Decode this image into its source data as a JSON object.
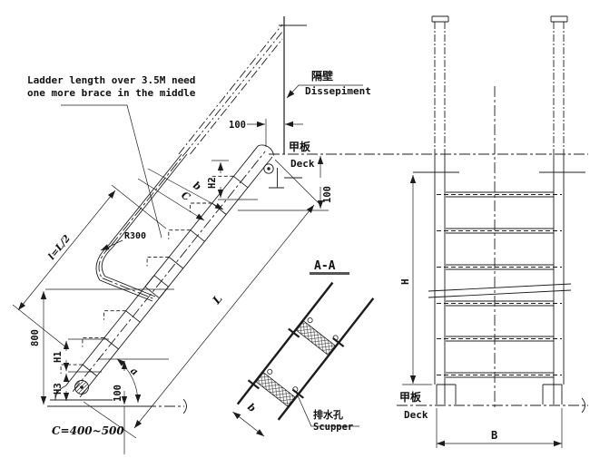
{
  "drawing": {
    "note_line1": "Ladder length over 3.5M need",
    "note_line2": "one more brace in the middle",
    "bulkhead_cn": "隔壁",
    "bulkhead_en": "Dissepiment",
    "deck_upper_cn": "甲板",
    "deck_upper_en": "Deck",
    "deck_lower_cn": "甲板",
    "deck_lower_en": "Deck",
    "section_title": "A-A",
    "scupper_cn": "排水孔",
    "scupper_en": "Scupper",
    "dims": {
      "top_offset": "100",
      "below_deck": "100",
      "h2": "H2",
      "b_small": "b",
      "c_small": "C",
      "radius": "R300",
      "half_length": "l=L/2",
      "height_800": "800",
      "h1": "H1",
      "h3": "H3",
      "base_100": "100",
      "alpha": "a",
      "length": "L",
      "spacing": "C=400~500",
      "height": "H",
      "width": "B",
      "tread_width": "b"
    },
    "colors": {
      "line": "#1c1c1c",
      "underline": "#555555"
    }
  }
}
